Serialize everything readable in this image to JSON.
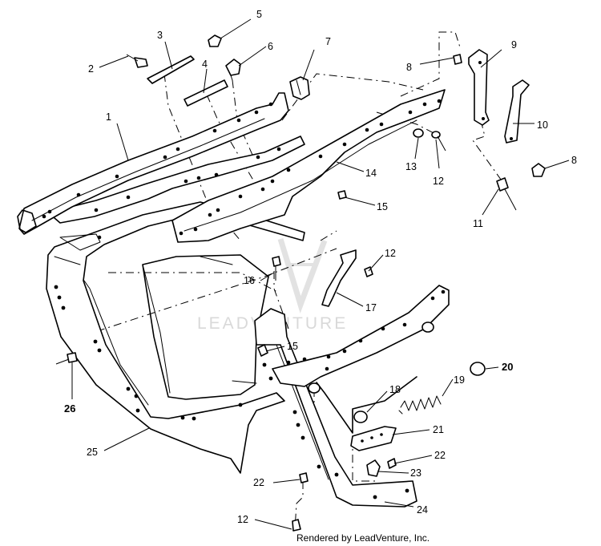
{
  "watermark": "LEADVENTURE",
  "credit": "Rendered by LeadVenture, Inc.",
  "callouts": {
    "c1": "1",
    "c2": "2",
    "c3": "3",
    "c4": "4",
    "c5": "5",
    "c6": "6",
    "c7": "7",
    "c8a": "8",
    "c8b": "8",
    "c9": "9",
    "c10": "10",
    "c11": "11",
    "c12a": "12",
    "c12b": "12",
    "c12c": "12",
    "c13": "13",
    "c14": "14",
    "c15a": "15",
    "c15b": "15",
    "c16": "16",
    "c17": "17",
    "c18": "18",
    "c19": "19",
    "c20": "20",
    "c21": "21",
    "c22a": "22",
    "c22b": "22",
    "c23": "23",
    "c24": "24",
    "c25": "25",
    "c26": "26"
  }
}
